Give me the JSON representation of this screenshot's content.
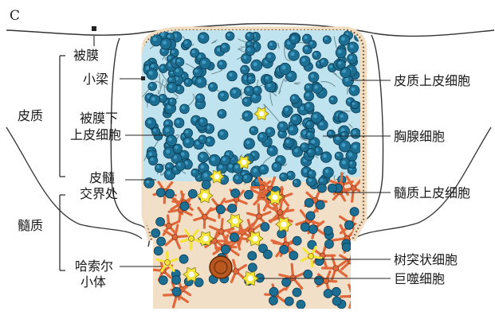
{
  "panel_letter": "C",
  "labels": {
    "capsule": "被膜",
    "trabecula": "小梁",
    "cortex": "皮质",
    "subcapsular_epithelial_line1": "被膜下",
    "subcapsular_epithelial_line2": "上皮细胞",
    "corticomedullary_line1": "皮髓",
    "corticomedullary_line2": "交界处",
    "medulla": "髓质",
    "hassall_line1": "哈索尔",
    "hassall_line2": "小体",
    "cortical_epithelial": "皮质上皮细胞",
    "thymocyte": "胸腺细胞",
    "medullary_epithelial": "髓质上皮细胞",
    "dendritic_cell": "树突状细胞",
    "macrophage": "巨噬细胞"
  },
  "colors": {
    "cortex_bg": "#bfe3ef",
    "medulla_bg": "#f2dfc8",
    "thymocyte": "#1c6f93",
    "epithelial_orange": "#e0693c",
    "yellow_cell": "#f3e43a",
    "hassall_body": "#b8571e",
    "capsule_fill": "#f1ddc2",
    "line": "#222222"
  }
}
